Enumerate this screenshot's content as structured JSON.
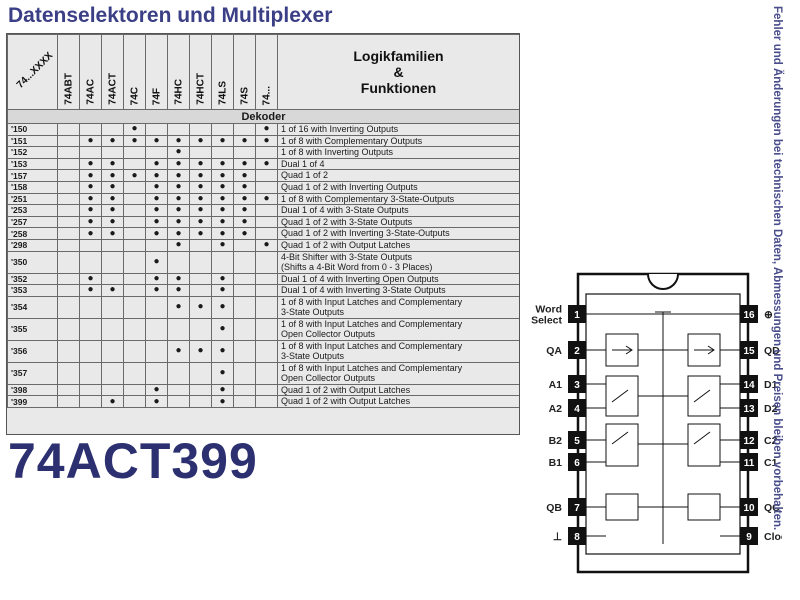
{
  "page": {
    "title": "Datenselektoren und Multiplexer",
    "part_number": "74ACT399",
    "side_note": "Fehler und Änderungen bei technischen Daten, Abmessungen und Preisen bleiben vorbehalten."
  },
  "table": {
    "corner_label": "74...XXXX",
    "family_columns": [
      "74ABT",
      "74AC",
      "74ACT",
      "74C",
      "74F",
      "74HC",
      "74HCT",
      "74LS",
      "74S",
      "74..."
    ],
    "title_lines": [
      "Logikfamilien",
      "&",
      "Funktionen"
    ],
    "section_label": "Dekoder",
    "dot_symbol": "●",
    "rows": [
      {
        "code": "'150",
        "dots": [
          0,
          0,
          0,
          1,
          0,
          0,
          0,
          0,
          0,
          1
        ],
        "func": [
          "1 of 16 with Inverting Outputs"
        ]
      },
      {
        "code": "'151",
        "dots": [
          0,
          1,
          1,
          1,
          1,
          1,
          1,
          1,
          1,
          1
        ],
        "func": [
          "1 of 8 with Complementary Outputs"
        ]
      },
      {
        "code": "'152",
        "dots": [
          0,
          0,
          0,
          0,
          0,
          1,
          0,
          0,
          0,
          0
        ],
        "func": [
          "1 of 8 with Inverting Outputs"
        ]
      },
      {
        "code": "'153",
        "dots": [
          0,
          1,
          1,
          0,
          1,
          1,
          1,
          1,
          1,
          1
        ],
        "func": [
          "Dual 1 of 4"
        ]
      },
      {
        "code": "'157",
        "dots": [
          0,
          1,
          1,
          1,
          1,
          1,
          1,
          1,
          1,
          0
        ],
        "func": [
          "Quad 1 of 2"
        ]
      },
      {
        "code": "'158",
        "dots": [
          0,
          1,
          1,
          0,
          1,
          1,
          1,
          1,
          1,
          0
        ],
        "func": [
          "Quad 1 of 2 with Inverting Outputs"
        ]
      },
      {
        "code": "'251",
        "dots": [
          0,
          1,
          1,
          0,
          1,
          1,
          1,
          1,
          1,
          1
        ],
        "func": [
          "1 of 8 with Complementary 3-State-Outputs"
        ]
      },
      {
        "code": "'253",
        "dots": [
          0,
          1,
          1,
          0,
          1,
          1,
          1,
          1,
          1,
          0
        ],
        "func": [
          "Dual 1 of 4 with 3-State Outputs"
        ]
      },
      {
        "code": "'257",
        "dots": [
          0,
          1,
          1,
          0,
          1,
          1,
          1,
          1,
          1,
          0
        ],
        "func": [
          "Quad 1 of 2 with 3-State Outputs"
        ]
      },
      {
        "code": "'258",
        "dots": [
          0,
          1,
          1,
          0,
          1,
          1,
          1,
          1,
          1,
          0
        ],
        "func": [
          "Quad 1 of 2 with Inverting 3-State-Outputs"
        ]
      },
      {
        "code": "'298",
        "dots": [
          0,
          0,
          0,
          0,
          0,
          1,
          0,
          1,
          0,
          1
        ],
        "func": [
          "Quad 1 of 2 with Output Latches"
        ]
      },
      {
        "code": "'350",
        "dots": [
          0,
          0,
          0,
          0,
          1,
          0,
          0,
          0,
          0,
          0
        ],
        "func": [
          "4-Bit Shifter with 3-State Outputs",
          "(Shifts a 4-Bit Word from 0 - 3 Places)"
        ]
      },
      {
        "code": "'352",
        "dots": [
          0,
          1,
          0,
          0,
          1,
          1,
          0,
          1,
          0,
          0
        ],
        "func": [
          "Dual 1 of 4 with Inverting Open Outputs"
        ]
      },
      {
        "code": "'353",
        "dots": [
          0,
          1,
          1,
          0,
          1,
          1,
          0,
          1,
          0,
          0
        ],
        "func": [
          "Dual 1 of 4 with Inverting 3-State Outputs"
        ]
      },
      {
        "code": "'354",
        "dots": [
          0,
          0,
          0,
          0,
          0,
          1,
          1,
          1,
          0,
          0
        ],
        "func": [
          "1 of 8 with Input Latches and Complementary",
          "3-State Outputs"
        ]
      },
      {
        "code": "'355",
        "dots": [
          0,
          0,
          0,
          0,
          0,
          0,
          0,
          1,
          0,
          0
        ],
        "func": [
          "1 of 8 with Input Latches and Complementary",
          "Open Collector Outputs"
        ]
      },
      {
        "code": "'356",
        "dots": [
          0,
          0,
          0,
          0,
          0,
          1,
          1,
          1,
          0,
          0
        ],
        "func": [
          "1 of 8 with Input Latches and Complementary",
          "3-State Outputs"
        ]
      },
      {
        "code": "'357",
        "dots": [
          0,
          0,
          0,
          0,
          0,
          0,
          0,
          1,
          0,
          0
        ],
        "func": [
          "1 of 8 with Input Latches and Complementary",
          "Open Collector Outputs"
        ]
      },
      {
        "code": "'398",
        "dots": [
          0,
          0,
          0,
          0,
          1,
          0,
          0,
          1,
          0,
          0
        ],
        "func": [
          "Quad 1 of 2 with Output Latches"
        ]
      },
      {
        "code": "'399",
        "dots": [
          0,
          0,
          1,
          0,
          1,
          0,
          0,
          1,
          0,
          0
        ],
        "func": [
          "Quad 1 of 2 with Output Latches"
        ]
      }
    ]
  },
  "chip": {
    "left_pins": [
      {
        "num": "1",
        "label_lines": [
          "Word",
          "Select"
        ]
      },
      {
        "num": "2",
        "label_lines": [
          "QA"
        ]
      },
      {
        "num": "3",
        "label_lines": [
          "A1"
        ]
      },
      {
        "num": "4",
        "label_lines": [
          "A2"
        ]
      },
      {
        "num": "5",
        "label_lines": [
          "B2"
        ]
      },
      {
        "num": "6",
        "label_lines": [
          "B1"
        ]
      },
      {
        "num": "7",
        "label_lines": [
          "QB"
        ]
      },
      {
        "num": "8",
        "label_lines": [
          "⊥"
        ]
      }
    ],
    "right_pins": [
      {
        "num": "16",
        "label_lines": [
          "⊕"
        ]
      },
      {
        "num": "15",
        "label_lines": [
          "QD"
        ]
      },
      {
        "num": "14",
        "label_lines": [
          "D1"
        ]
      },
      {
        "num": "13",
        "label_lines": [
          "D2"
        ]
      },
      {
        "num": "12",
        "label_lines": [
          "C2"
        ]
      },
      {
        "num": "11",
        "label_lines": [
          "C1"
        ]
      },
      {
        "num": "10",
        "label_lines": [
          "QC"
        ]
      },
      {
        "num": "9",
        "label_lines": [
          "Clock"
        ]
      }
    ]
  },
  "colors": {
    "title": "#3b3f86",
    "part_number": "#2c3070",
    "side_note": "#4a4e8c",
    "table_bg": "#e9e9e9",
    "pin_box": "#111111"
  }
}
